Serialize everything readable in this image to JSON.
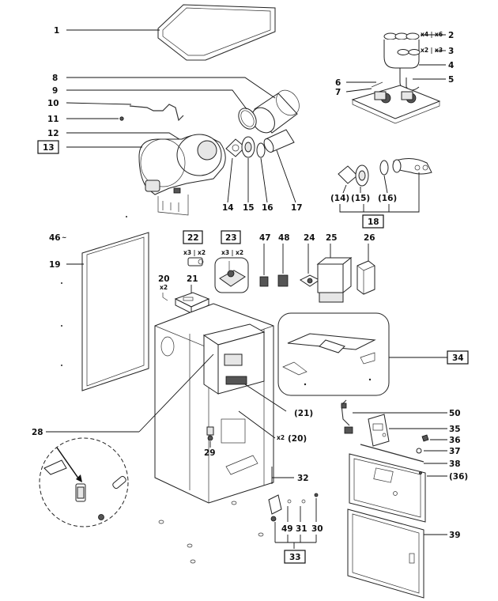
{
  "labels": {
    "l1": "1",
    "l2": "2",
    "l3": "3",
    "l4": "4",
    "l5": "5",
    "l6": "6",
    "l7": "7",
    "l8": "8",
    "l9": "9",
    "l10": "10",
    "l11": "11",
    "l12": "12",
    "l13": "13",
    "l14": "14",
    "l15": "15",
    "l16": "16",
    "l17": "17",
    "l18": "18",
    "l19": "19",
    "l20": "20",
    "l21": "21",
    "l22": "22",
    "l23": "23",
    "l24": "24",
    "l25": "25",
    "l26": "26",
    "l28": "28",
    "l29": "29",
    "l30": "30",
    "l31": "31",
    "l32": "32",
    "l33": "33",
    "l34": "34",
    "l35": "35",
    "l36": "36",
    "l37": "37",
    "l38": "38",
    "l39": "39",
    "l46": "46",
    "l47": "47",
    "l48": "48",
    "l49": "49",
    "l50": "50",
    "p14": "(14)",
    "p15": "(15)",
    "p16": "(16)",
    "p21": "(21)",
    "p36": "(36)",
    "p20": "(20)"
  },
  "quantities": {
    "q2": "x4 | x6",
    "q3": "x2 | x3",
    "q22": "x3 | x2",
    "q23": "x3 | x2",
    "q20": "x2",
    "q20b": "x2"
  },
  "symbols": {
    "dash46": "~"
  }
}
